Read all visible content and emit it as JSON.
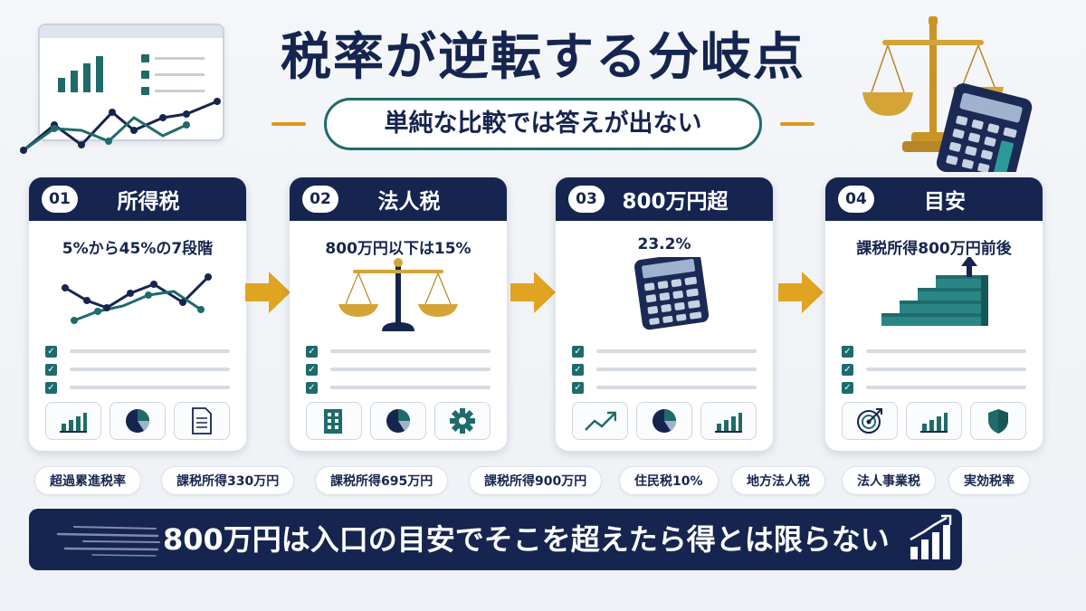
{
  "header": {
    "title": "税率が逆転する分岐点",
    "subtitle": "単純な比較では答えが出ない"
  },
  "colors": {
    "navy": "#16254f",
    "teal": "#1f6b6b",
    "gold": "#d99a1c",
    "background": "#f1f4f7"
  },
  "cards": [
    {
      "num": "01",
      "label": "所得税",
      "desc": "5%から45%の7段階",
      "illustration": "line-chart-icon",
      "icons": [
        "bar-chart-icon",
        "pie-chart-icon",
        "document-icon"
      ]
    },
    {
      "num": "02",
      "label": "法人税",
      "desc": "800万円以下は15%",
      "illustration": "scale-icon",
      "icons": [
        "building-icon",
        "pie-chart-icon",
        "gear-icon"
      ]
    },
    {
      "num": "03",
      "label": "800万円超",
      "desc": "23.2%",
      "illustration": "calculator-icon",
      "icons": [
        "trend-up-icon",
        "pie-chart-icon",
        "bar-chart-icon"
      ]
    },
    {
      "num": "04",
      "label": "目安",
      "desc": "課税所得800万円前後",
      "illustration": "stairs-arrow-icon",
      "icons": [
        "target-icon",
        "bar-chart-icon",
        "shield-icon"
      ]
    }
  ],
  "tags": [
    "超過累進税率",
    "課税所得330万円",
    "課税所得695万円",
    "課税所得900万円",
    "住民税10%",
    "地方法人税",
    "法人事業税",
    "実効税率"
  ],
  "banner": {
    "text": "800万円は入口の目安でそこを超えたら得とは限らない"
  }
}
